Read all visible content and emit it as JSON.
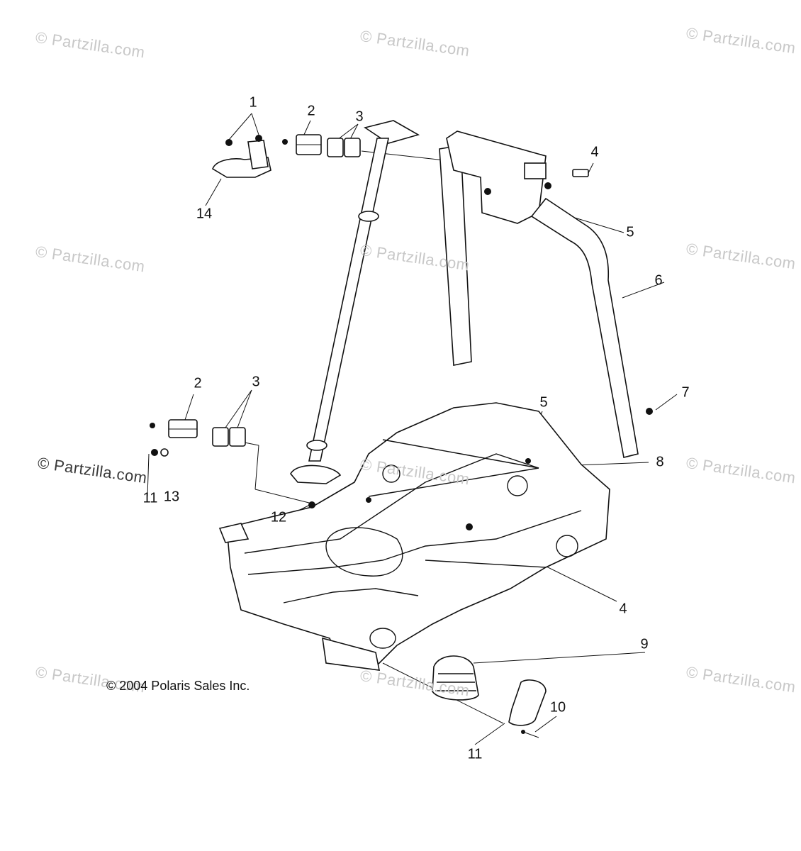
{
  "watermarks": [
    "© Partzilla.com",
    "© Partzilla.com",
    "© Partzilla.com",
    "© Partzilla.com",
    "© Partzilla.com",
    "© Partzilla.com",
    "© Partzilla.com",
    "© Partzilla.com",
    "© Partzilla.com",
    "© Partzilla.com",
    "© Partzilla.com",
    "© Partzilla.com"
  ],
  "copyright": "© 2004 Polaris Sales Inc.",
  "callouts": [
    "1",
    "2",
    "3",
    "4",
    "5",
    "6",
    "7",
    "8",
    "2",
    "3",
    "5",
    "12",
    "13",
    "11",
    "4",
    "9",
    "10",
    "11",
    "14"
  ],
  "icons": [
    "bolt-icon",
    "nut-icon",
    "clamp-icon",
    "steering-column",
    "roll-bar",
    "chassis-frame",
    "boot-cover"
  ]
}
